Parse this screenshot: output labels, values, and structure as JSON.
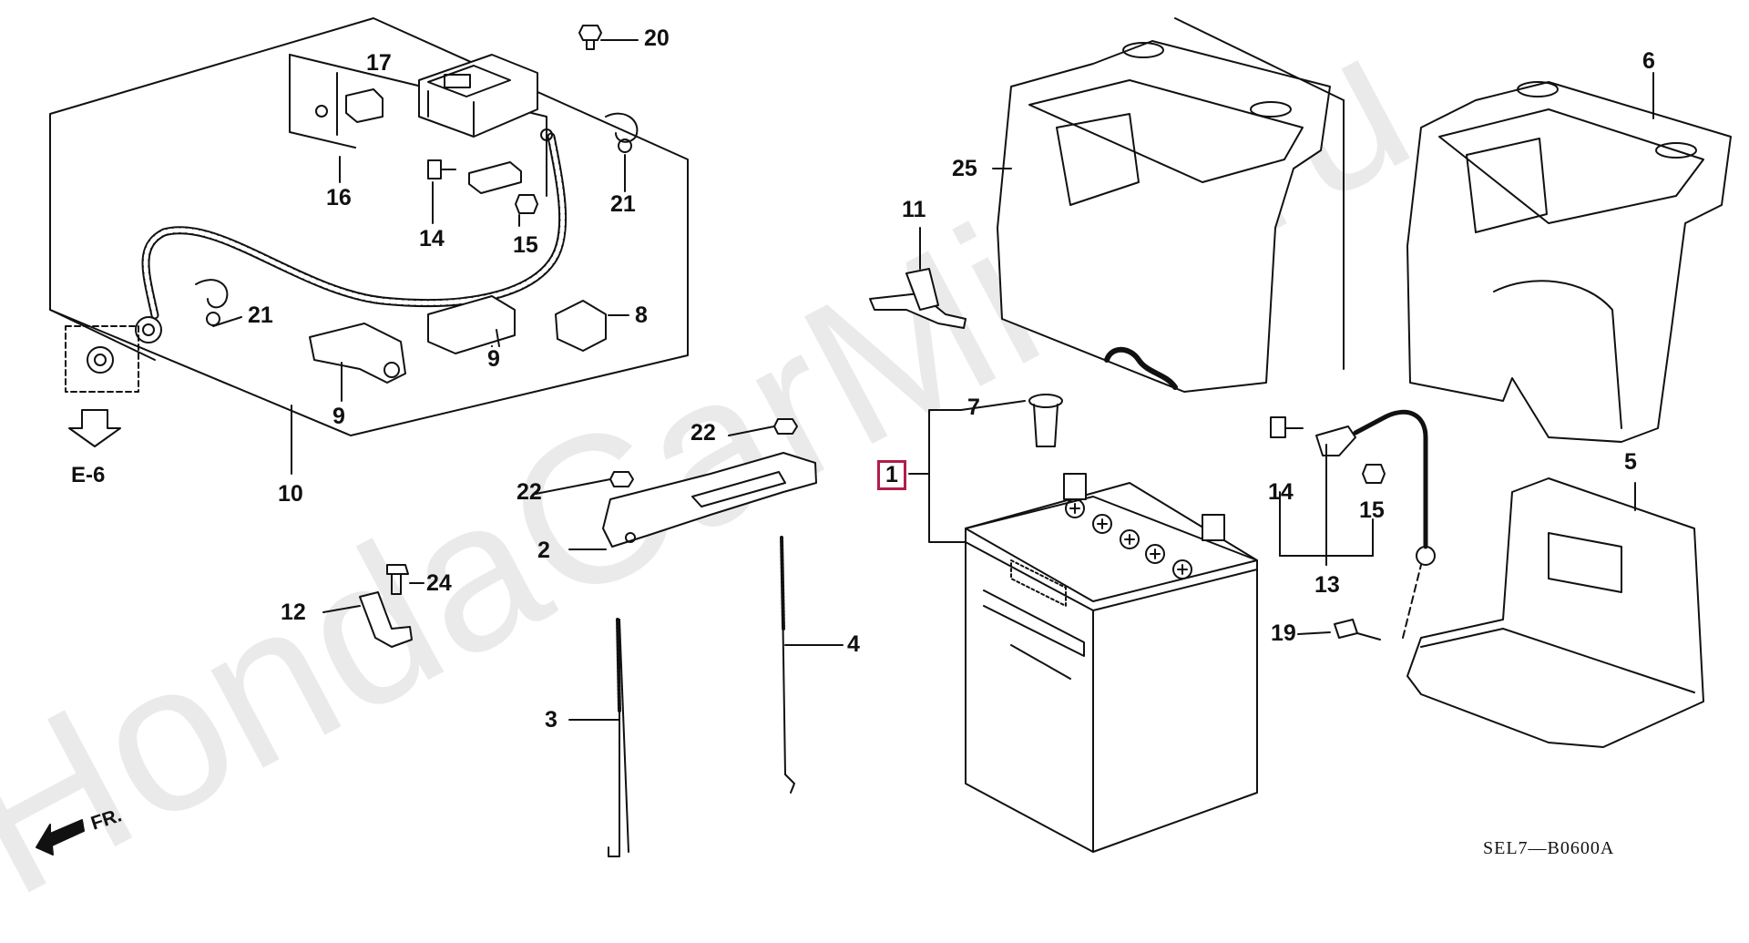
{
  "diagram": {
    "watermark": "HondaCarMineru",
    "reference_code": "SEL7—B0600A",
    "direction_label": "FR.",
    "section_ref": "E-6",
    "callouts": {
      "c1": "1",
      "c2": "2",
      "c3": "3",
      "c4": "4",
      "c5": "5",
      "c6": "6",
      "c7": "7",
      "c8": "8",
      "c9a": "9",
      "c9b": "9",
      "c10": "10",
      "c11": "11",
      "c12": "12",
      "c13": "13",
      "c14a": "14",
      "c14b": "14",
      "c15a": "15",
      "c15b": "15",
      "c16": "16",
      "c17": "17",
      "c19": "19",
      "c20": "20",
      "c21a": "21",
      "c21b": "21",
      "c22a": "22",
      "c22b": "22",
      "c24": "24",
      "c25": "25"
    },
    "highlight_color": "#b01e4a",
    "line_color": "#111111"
  }
}
